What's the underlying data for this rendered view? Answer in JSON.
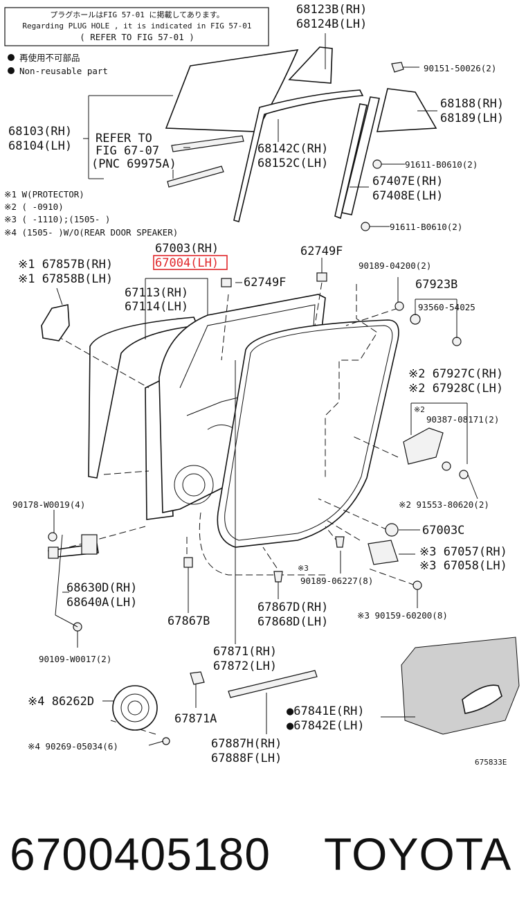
{
  "notice": {
    "line1": "プラグホールはFIG 57-01 に掲載してあります。",
    "line2": "Regarding PLUG HOLE , it is indicated in FIG 57-01",
    "line3": "( REFER TO FIG 57-01 )"
  },
  "legend": {
    "jp": "再使用不可部品",
    "en": "Non-reusable part"
  },
  "notes": {
    "n1": "※1 W(PROTECTOR)",
    "n2": "※2 (      -0910)",
    "n3": "※3 (      -1110);(1505-      )",
    "n4": "※4 (1505-      )W/O(REAR DOOR SPEAKER)"
  },
  "refer": {
    "line1": "REFER TO",
    "line2": "FIG 67-07",
    "line3": "(PNC 69975A)"
  },
  "labels": {
    "p68123": "68123B(RH)",
    "p68124": "68124B(LH)",
    "p90151": "90151-50026(2)",
    "p68188": "68188(RH)",
    "p68189": "68189(LH)",
    "p68103": "68103(RH)",
    "p68104": "68104(LH)",
    "p68142": "68142C(RH)",
    "p68152": "68152C(LH)",
    "p91611a": "91611-B0610(2)",
    "p67407": "67407E(RH)",
    "p67408": "67408E(LH)",
    "p91611b": "91611-B0610(2)",
    "p67003": "67003(RH)",
    "p67004": "67004(LH)",
    "p62749a": "62749F",
    "p62749b": "62749F",
    "p67857": "※1 67857B(RH)",
    "p67858": "※1 67858B(LH)",
    "p90189a": "90189-04200(2)",
    "p67923": "67923B",
    "p93560": "93560-54025",
    "p67113": "67113(RH)",
    "p67114": "67114(LH)",
    "p67927": "※2 67927C(RH)",
    "p67928": "※2 67928C(LH)",
    "p90387mark": "※2",
    "p90387": "90387-08171(2)",
    "p91553": "※2 91553-80620(2)",
    "p90178": "90178-W0019(4)",
    "p67003c": "67003C",
    "p67057": "※3 67057(RH)",
    "p67058": "※3 67058(LH)",
    "p68630": "68630D(RH)",
    "p68640": "68640A(LH)",
    "p90189bmark": "※3",
    "p90189b": "90189-06227(8)",
    "p67867d": "67867D(RH)",
    "p67868d": "67868D(LH)",
    "p67867b": "67867B",
    "p90159": "※3 90159-60200(8)",
    "p90109": "90109-W0017(2)",
    "p67871": "67871(RH)",
    "p67872": "67872(LH)",
    "p86262": "※4 86262D",
    "p67871a": "67871A",
    "p67841": "●67841E(RH)",
    "p67842": "●67842E(LH)",
    "p90269": "※4 90269-05034(6)",
    "p67887": "67887H(RH)",
    "p67888": "67888F(LH)",
    "fig_code": "675833E"
  },
  "footer": {
    "part_number": "6700405180",
    "brand": "TOYOTA"
  },
  "colors": {
    "highlight_box": "#e0262a",
    "line": "#111111"
  }
}
